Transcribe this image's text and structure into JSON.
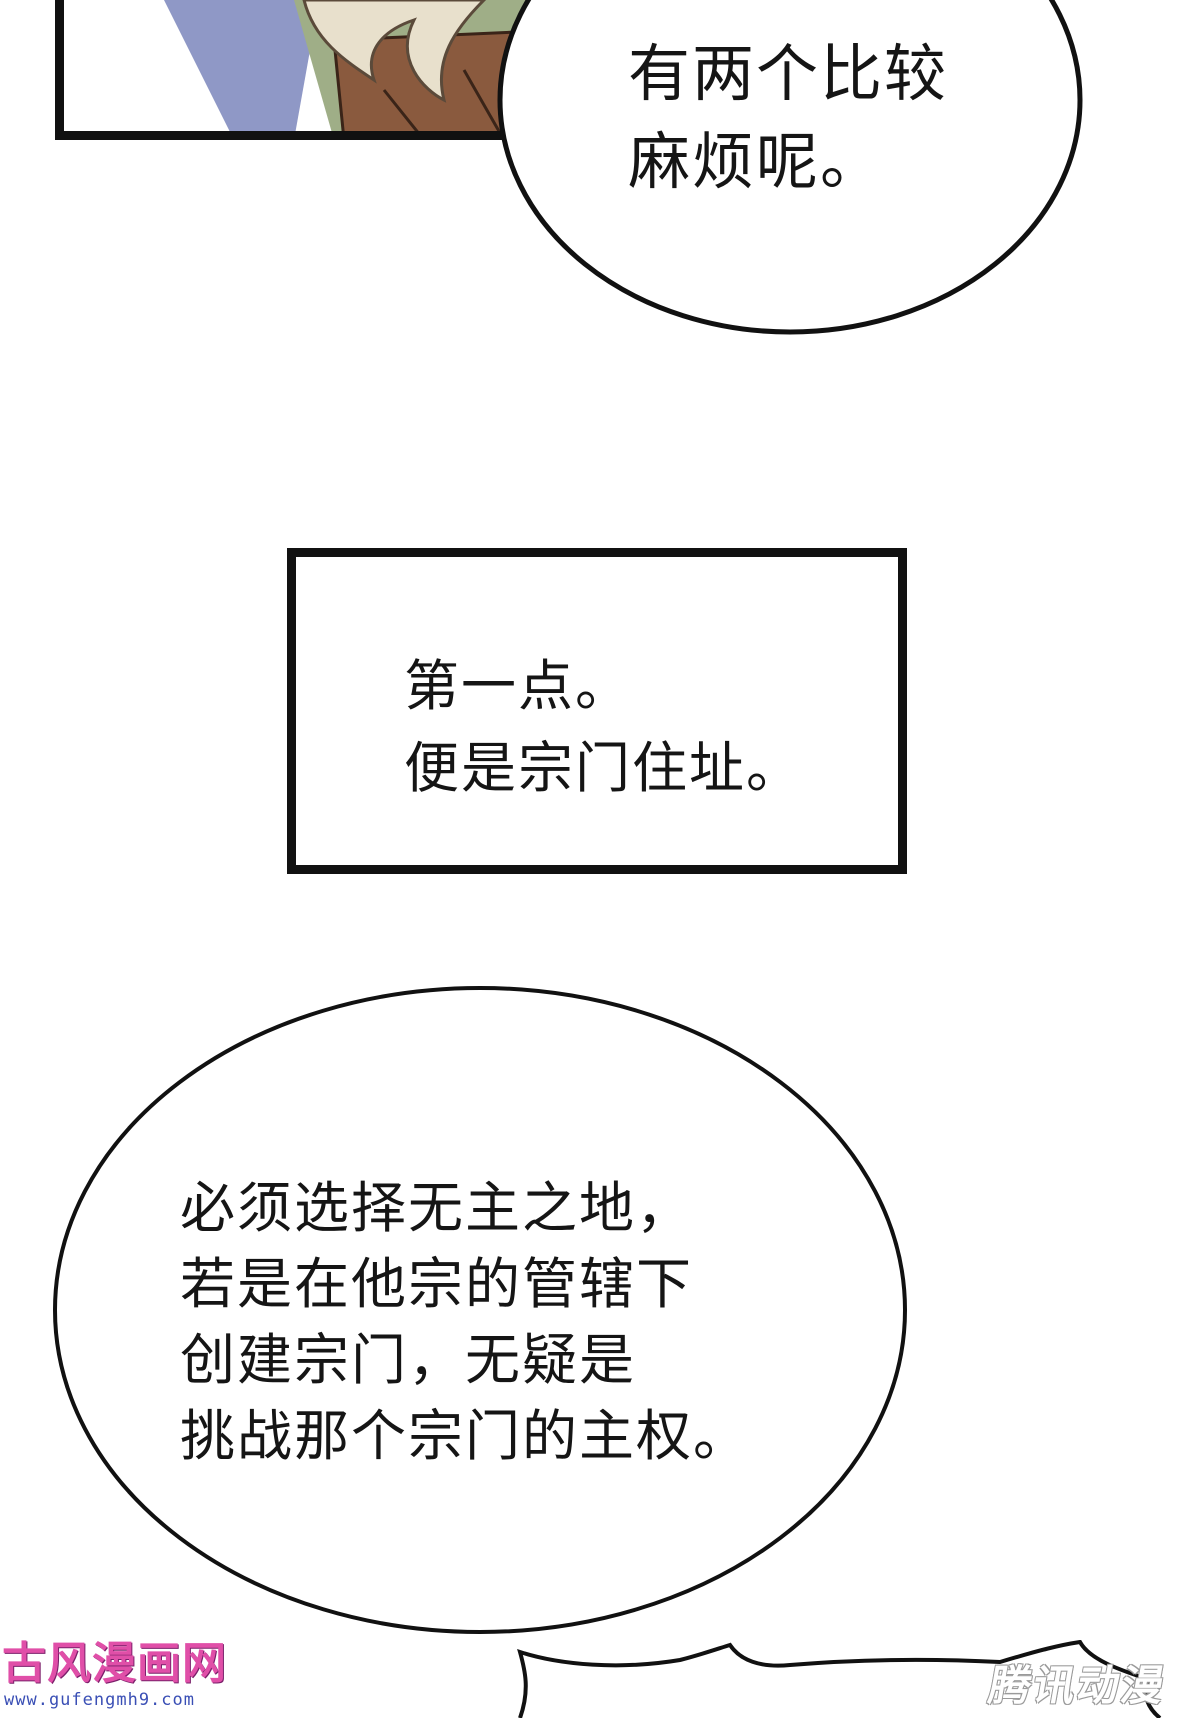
{
  "bubble_top": {
    "lines": [
      "有两个比较",
      "麻烦呢。"
    ]
  },
  "caption": {
    "lines": [
      "第一点。",
      "便是宗门住址。"
    ]
  },
  "bubble_middle": {
    "lines": [
      "必须选择无主之地，",
      "若是在他宗的管辖下",
      "创建宗门，无疑是",
      "挑战那个宗门的主权。"
    ]
  },
  "watermark_left": {
    "title": "古风漫画网",
    "url": "www.gufengmh9.com"
  },
  "watermark_right": {
    "text": "腾讯动漫"
  },
  "colors": {
    "ink": "#111111",
    "panel_blue": "#8f98c6",
    "hair": "#e8e0cc",
    "armor": "#8a5a3e",
    "cloak": "#9fae87",
    "watermark_pink": "#e04fa8",
    "watermark_blue": "#3a4fb5"
  }
}
